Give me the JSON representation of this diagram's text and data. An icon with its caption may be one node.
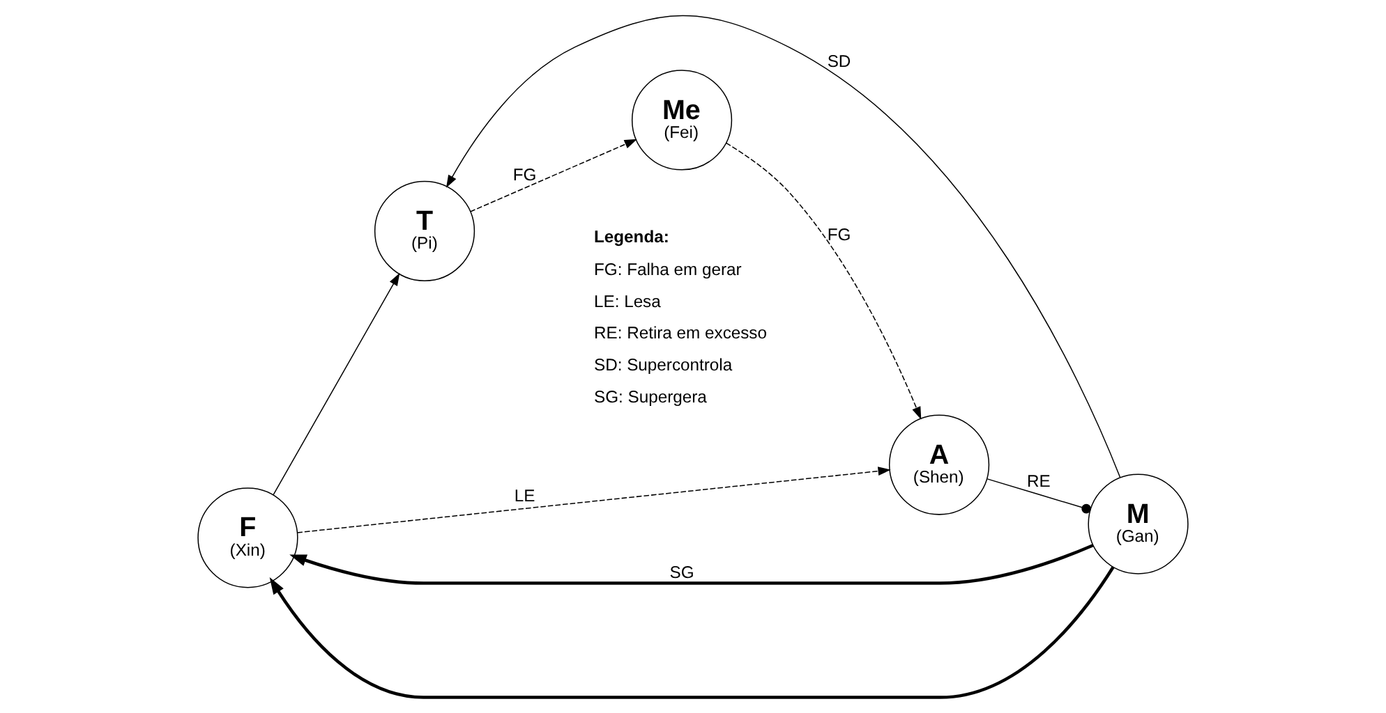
{
  "diagram": {
    "nodes": [
      {
        "text": [
          "F",
          "(Xin)"
        ]
      },
      {
        "text": [
          "M",
          "(Gan)"
        ]
      },
      {
        "text": [
          "T",
          "(Pi)"
        ]
      },
      {
        "text": [
          "A",
          "(Shen)"
        ]
      },
      {
        "text": [
          "Me",
          "(Fei)"
        ]
      }
    ],
    "edges": [
      {
        "from": 1,
        "to": 0,
        "arrow": "to",
        "label": "SG",
        "style": "thick"
      },
      {
        "from": 1,
        "to": 0,
        "arrow": "to",
        "style": "thick"
      },
      {
        "from": 0,
        "to": 2,
        "arrow": "to"
      },
      {
        "from": 1,
        "to": 2,
        "arrow": "to",
        "label": "SD"
      },
      {
        "from": 0,
        "to": 3,
        "arrow": "to",
        "label": "LE",
        "style": "dashed"
      },
      {
        "from": 3,
        "to": 1,
        "arrow": "other",
        "label": "RE"
      },
      {
        "from": 2,
        "to": 4,
        "arrow": "to",
        "label": "FG",
        "style": "dashed"
      },
      {
        "from": 4,
        "to": 3,
        "arrow": "to",
        "label": "FG",
        "style": "dashed"
      }
    ],
    "labels": [
      "Legenda:"
    ],
    "legend": [
      {
        "text": "FG: Falha em gerar"
      },
      {
        "text": "LE: Lesa"
      },
      {
        "text": "RE: Retira em excesso"
      },
      {
        "text": "SD: Supercontrola"
      },
      {
        "text": "SG: Supergera"
      }
    ]
  }
}
